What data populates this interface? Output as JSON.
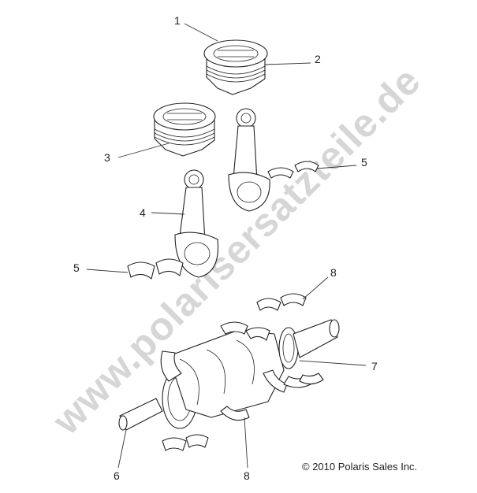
{
  "diagram": {
    "watermark": "www.polarisersatzteile.de",
    "copyright": "© 2010 Polaris Sales Inc.",
    "callouts": [
      "1",
      "2",
      "3",
      "4",
      "5",
      "5",
      "8",
      "7",
      "6",
      "8"
    ]
  }
}
